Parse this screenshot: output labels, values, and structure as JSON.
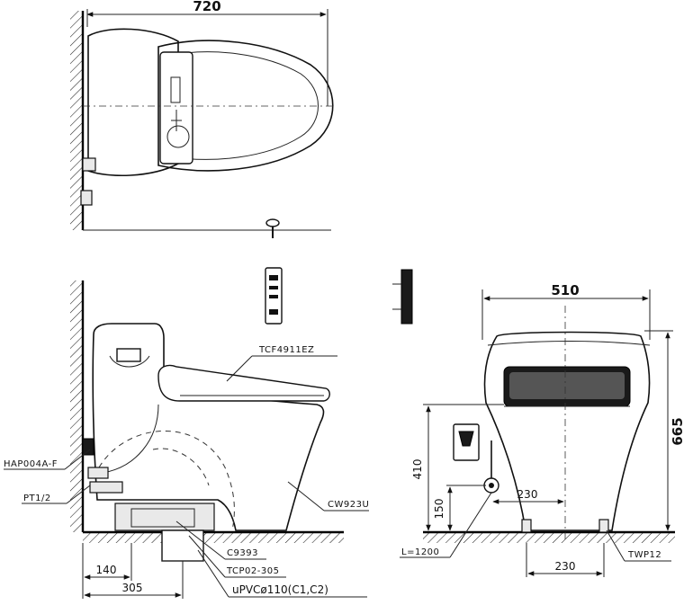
{
  "dimensions": {
    "top_width": "720",
    "front_width": "510",
    "height_total": "665",
    "height_inlet": "410",
    "height_supply": "150",
    "offset_supply": "230",
    "bolt_spacing": "230",
    "wall_140": "140",
    "wall_305": "305"
  },
  "labels": {
    "seat_model": "TCF4911EZ",
    "toilet_model": "CW923U",
    "valve_model": "HAP004A-F",
    "pipe_thread": "PT1/2",
    "part_c9393": "C9393",
    "flange_model": "TCP02-305",
    "drain_pipe": "uPVCø110(C1,C2)",
    "hose_length": "L=1200",
    "bolt_model": "TWP12"
  }
}
